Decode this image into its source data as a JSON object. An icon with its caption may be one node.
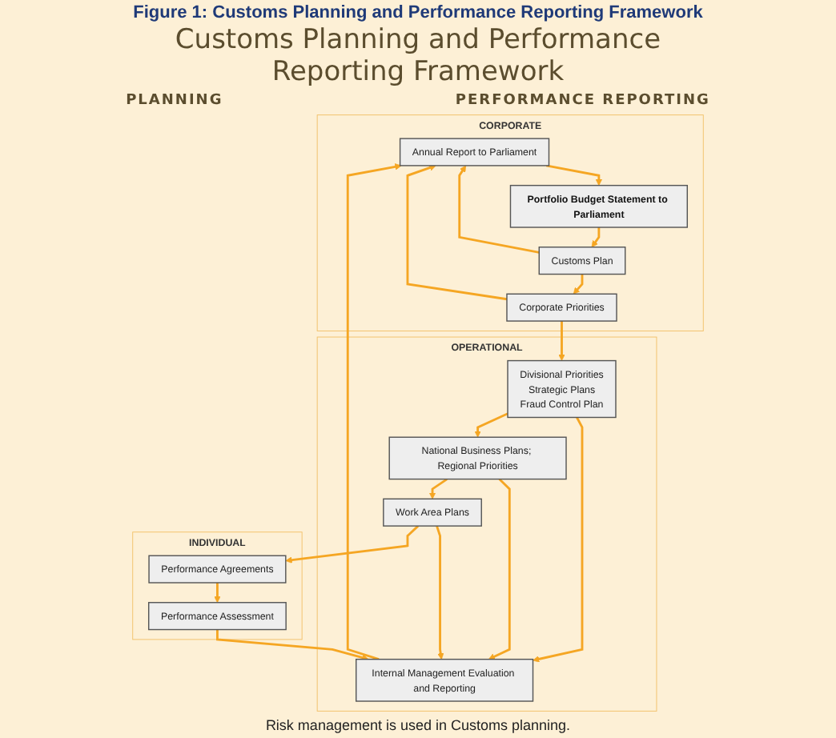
{
  "diagram": {
    "title": "Customs Planning and Performance Reporting Framework",
    "caption": "Figure 1: Customs Planning and Performance Reporting Framework",
    "nodes": [
      {
        "text": [
          "CORPORATE"
        ]
      },
      {
        "text": [
          "Portfolio Budget Statement to Parliament"
        ],
        "in": 0
      },
      {
        "text": [
          "Annual Report to Parliament"
        ],
        "in": 0
      },
      {
        "text": [
          "Customs Plan"
        ],
        "in": 0
      },
      {
        "text": [
          "Corporate Priorities"
        ],
        "in": 0
      },
      {
        "text": [
          "OPERATIONAL"
        ]
      },
      {
        "text": [
          "Divisional Priorities",
          "Strategic Plans",
          "Fraud Control Plan"
        ],
        "in": 5
      },
      {
        "text": [
          "Internal Management Evaluation and Reporting"
        ],
        "in": 5
      },
      {
        "text": [
          "National Business Plans; Regional Priorities"
        ],
        "in": 5
      },
      {
        "text": [
          "Work Area Plans"
        ],
        "in": 5
      },
      {
        "text": [
          "INDIVIDUAL"
        ]
      },
      {
        "text": [
          "Performance Agreements"
        ],
        "in": 10
      },
      {
        "text": [
          "Performance Assessment"
        ],
        "in": 10
      }
    ],
    "edges": [
      {
        "from": 2,
        "to": 1,
        "arrow": "to"
      },
      {
        "from": 1,
        "to": 3,
        "arrow": "to"
      },
      {
        "from": 3,
        "to": 2,
        "arrow": "to"
      },
      {
        "from": 3,
        "to": 4,
        "arrow": "to"
      },
      {
        "from": 4,
        "to": 2,
        "arrow": "to"
      },
      {
        "from": 4,
        "to": 6,
        "arrow": "to"
      },
      {
        "from": 6,
        "to": 7,
        "arrow": "to"
      },
      {
        "from": 6,
        "to": 8,
        "arrow": "to"
      },
      {
        "from": 8,
        "to": 7,
        "arrow": "to"
      },
      {
        "from": 8,
        "to": 9,
        "arrow": "to"
      },
      {
        "from": 9,
        "to": 7,
        "arrow": "to"
      },
      {
        "from": 9,
        "to": 11,
        "arrow": "to"
      },
      {
        "from": 7,
        "to": 2,
        "arrow": "to"
      },
      {
        "from": 11,
        "to": 12,
        "arrow": "to"
      },
      {
        "from": 12,
        "to": 7,
        "arrow": "to"
      }
    ],
    "labels": [
      "PLANNING",
      "PERFORMANCE REPORTING",
      "Risk management is used in Customs planning."
    ]
  }
}
